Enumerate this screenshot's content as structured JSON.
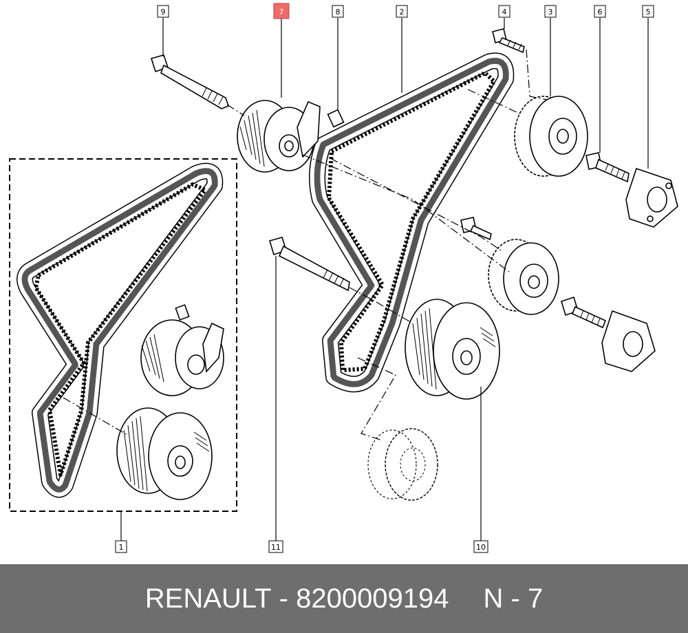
{
  "callouts": {
    "c1": "1",
    "c2": "2",
    "c3": "3",
    "c4": "4",
    "c5": "5",
    "c6": "6",
    "c7": "7",
    "c8": "8",
    "c9": "9",
    "c10": "10",
    "c11": "11"
  },
  "highlighted_callout": "7",
  "highlight_color": "#ec6b6b",
  "footer": {
    "brand": "RENAULT",
    "separator": "-",
    "part_number": "8200009194",
    "position": "N - 7",
    "background": "#6e6e6e"
  }
}
